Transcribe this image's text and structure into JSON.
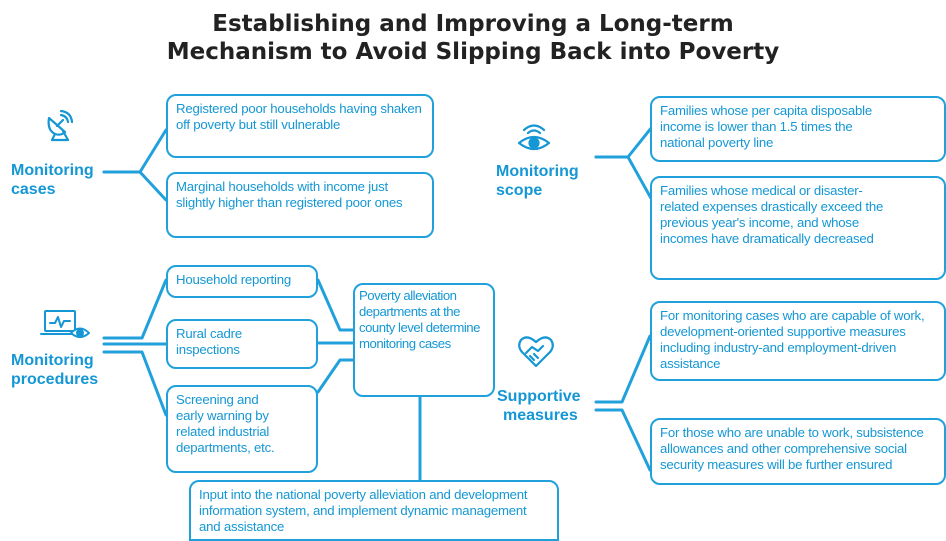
{
  "title": {
    "line1": "Establishing and Improving a Long-term",
    "line2": "Mechanism to Avoid Slipping Back into Poverty"
  },
  "colors": {
    "accent": "#1497d4",
    "title": "#222222"
  },
  "monitoring_cases": {
    "label_line1": "Monitoring",
    "label_line2": "cases",
    "icon": "satellite-dish-icon",
    "items": [
      "Registered poor households having shaken off poverty but still vulnerable",
      "Marginal households with income just slightly higher than registered poor ones"
    ]
  },
  "monitoring_scope": {
    "label_line1": "Monitoring",
    "label_line2": "scope",
    "icon": "eye-icon",
    "items": [
      "Families whose per capita disposable income is lower than 1.5 times the national poverty line",
      "Families whose medical or disaster-related expenses drastically exceed the previous year's income, and whose incomes have dramatically decreased"
    ]
  },
  "monitoring_procedures": {
    "label_line1": "Monitoring",
    "label_line2": "procedures",
    "icon": "laptop-eye-icon",
    "items": [
      "Household reporting",
      "Rural cadre inspections",
      "Screening and early warning by related industrial departments, etc."
    ],
    "determine": "Poverty alleviation departments at the county level determine monitoring cases",
    "input": "Input into the national poverty alleviation and development information system, and implement dynamic management and assistance"
  },
  "supportive_measures": {
    "label_line1": "Supportive",
    "label_line2": "measures",
    "icon": "handshake-heart-icon",
    "items": [
      "For monitoring cases who are capable of work, development-oriented supportive measures including industry-and employment-driven assistance",
      "For those who are unable to work, subsistence allowances and other comprehensive social security measures will be further ensured"
    ]
  }
}
